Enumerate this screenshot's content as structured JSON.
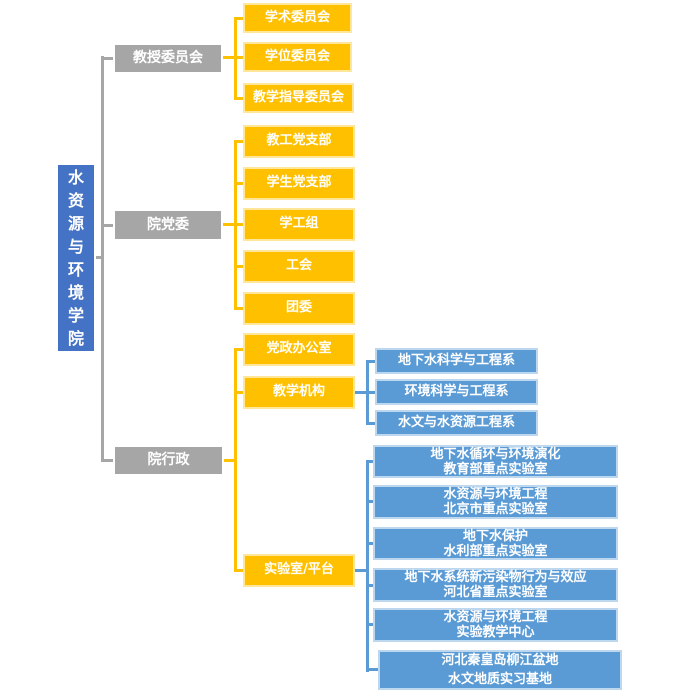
{
  "colors": {
    "root_fill": "#4472C4",
    "branch_fill": "#A6A6A6",
    "level2_fill": "#FFC000",
    "level2_border": "#FFE699",
    "level3_fill": "#5B9BD5",
    "level3_border": "#BDD7EE",
    "connector_gray": "#A6A6A6",
    "connector_yellow": "#FFC000",
    "connector_blue": "#5B9BD5",
    "box_text": "#FFFFFF",
    "background": "#FFFFFF"
  },
  "org": {
    "root": {
      "label": "水资源与环境学院"
    },
    "branches": [
      {
        "label": "教授委员会",
        "children": [
          {
            "label": "学术委员会"
          },
          {
            "label": "学位委员会"
          },
          {
            "label": "教学指导委员会"
          }
        ]
      },
      {
        "label": "院党委",
        "children": [
          {
            "label": "教工党支部"
          },
          {
            "label": "学生党支部"
          },
          {
            "label": "学工组"
          },
          {
            "label": "工会"
          },
          {
            "label": "团委"
          }
        ]
      },
      {
        "label": "院行政",
        "children": [
          {
            "label": "党政办公室"
          },
          {
            "label": "教学机构",
            "children": [
              {
                "label": "地下水科学与工程系"
              },
              {
                "label": "环境科学与工程系"
              },
              {
                "label": "水文与水资源工程系"
              }
            ]
          },
          {
            "label": "实验室/平台",
            "children": [
              {
                "line1": "地下水循环与环境演化",
                "line2": "教育部重点实验室"
              },
              {
                "line1": "水资源与环境工程",
                "line2": "北京市重点实验室"
              },
              {
                "line1": "地下水保护",
                "line2": "水利部重点实验室"
              },
              {
                "line1": "地下水系统新污染物行为与效应",
                "line2": "河北省重点实验室"
              },
              {
                "line1": "水资源与环境工程",
                "line2": "实验教学中心"
              },
              {
                "line1": "河北秦皇岛柳江盆地",
                "line2": "水文地质实习基地"
              }
            ]
          }
        ]
      }
    ]
  }
}
